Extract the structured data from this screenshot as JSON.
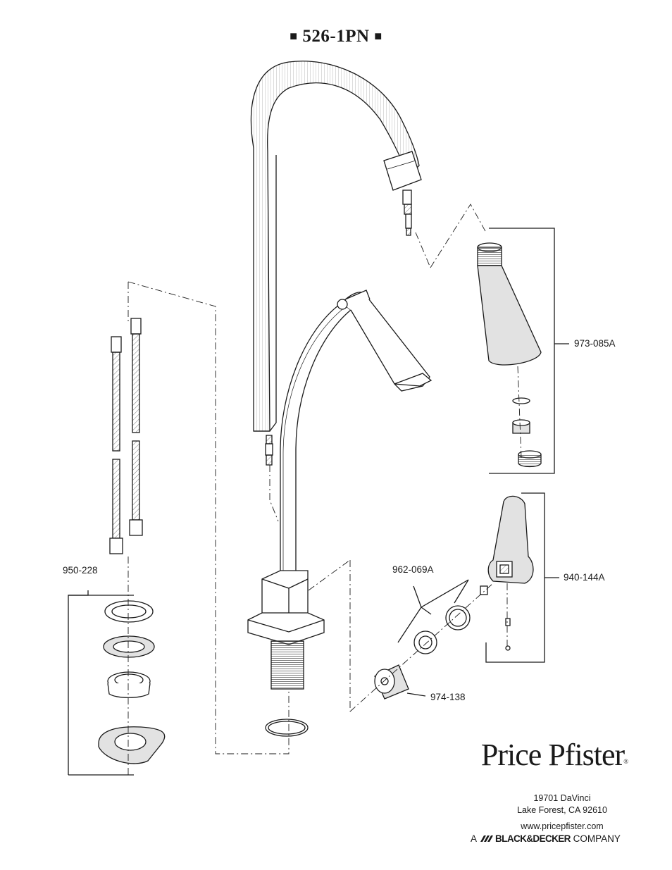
{
  "title": {
    "model": "526-1PN",
    "bullet": "■"
  },
  "callouts": {
    "spray_head": "973-085A",
    "handle": "940-144A",
    "cartridge_kit": "962-069A",
    "cartridge": "974-138",
    "supply_kit": "950-228"
  },
  "brand": {
    "name": "Price Pfister",
    "registered": "®"
  },
  "address": {
    "street": "19701 DaVinci",
    "city": "Lake Forest, CA 92610",
    "url": "www.pricepfister.com"
  },
  "company_line": {
    "prefix": "A",
    "brand": "BLACK&DECKER",
    "suffix": "COMPANY"
  },
  "colors": {
    "line": "#1a1a1a",
    "fill": "#ffffff",
    "shade": "#e2e2e2"
  }
}
